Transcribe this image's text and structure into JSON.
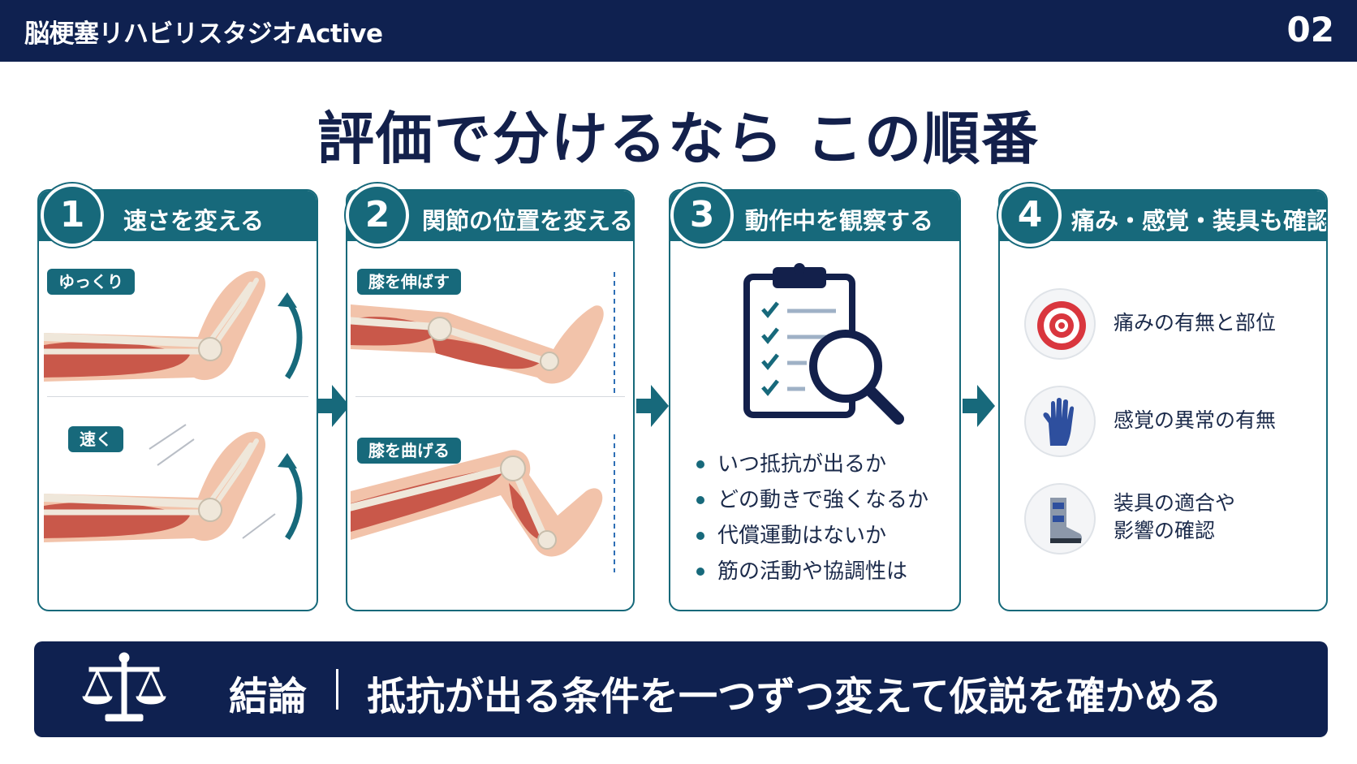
{
  "header": {
    "brand": "脳梗塞リハビリスタジオActive",
    "page_number": "02"
  },
  "title": "評価で分けるなら この順番",
  "steps": [
    {
      "number": "1",
      "title": "速さを変える",
      "tags": [
        "ゆっくり",
        "速く"
      ]
    },
    {
      "number": "2",
      "title": "関節の位置を変える",
      "tags": [
        "膝を伸ばす",
        "膝を曲げる"
      ]
    },
    {
      "number": "3",
      "title": "動作中を観察する",
      "bullets": [
        "いつ抵抗が出るか",
        "どの動きで強くなるか",
        "代償運動はないか",
        "筋の活動や協調性は"
      ]
    },
    {
      "number": "4",
      "title": "痛み・感覚・装具も確認",
      "items": [
        {
          "icon": "target-icon",
          "lines": [
            "痛みの有無と部位"
          ]
        },
        {
          "icon": "hand-icon",
          "lines": [
            "感覚の異常の有無"
          ]
        },
        {
          "icon": "brace-icon",
          "lines": [
            "装具の適合や",
            "影響の確認"
          ]
        }
      ]
    }
  ],
  "conclusion": {
    "label": "結論",
    "message": "抵抗が出る条件を一つずつ変えて仮説を確かめる"
  },
  "colors": {
    "navy": "#0f2150",
    "teal": "#17697b",
    "muscle": "#c9584a",
    "bone": "#efe7da",
    "skin": "#f2c3aa",
    "target_red": "#d9363e",
    "glove_blue": "#2e4f9e"
  }
}
